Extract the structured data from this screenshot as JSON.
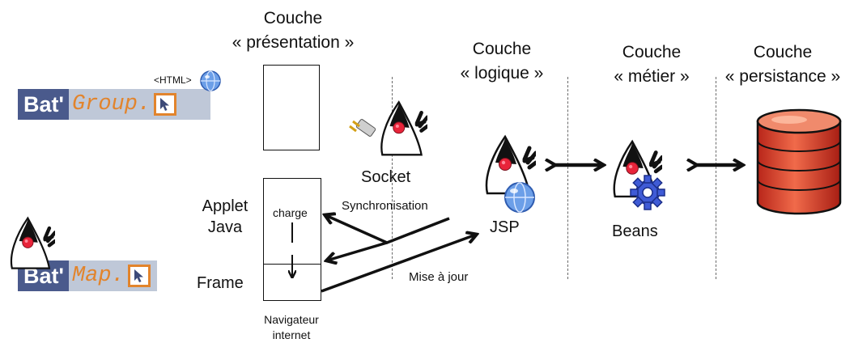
{
  "layers": {
    "presentation": {
      "line1": "Couche",
      "line2": "« présentation »"
    },
    "logique": {
      "line1": "Couche",
      "line2": "« logique »"
    },
    "metier": {
      "line1": "Couche",
      "line2": "« métier »"
    },
    "persistance": {
      "line1": "Couche",
      "line2": "« persistance »"
    }
  },
  "logos": {
    "batgroup": {
      "prefix": "Bat'",
      "word": "Group.",
      "html_tag": "<HTML>"
    },
    "batmap": {
      "prefix": "Bat'",
      "word": "Map."
    }
  },
  "browser": {
    "applet_line1": "Applet",
    "applet_line2": "Java",
    "frame": "Frame",
    "charge": "charge",
    "caption_line1": "Navigateur",
    "caption_line2": "internet"
  },
  "labels": {
    "socket": "Socket",
    "synchronisation": "Synchronisation",
    "mise_a_jour": "Mise à jour",
    "jsp": "JSP",
    "beans": "Beans"
  },
  "colors": {
    "logo_blue": "#4a5a8c",
    "logo_orange": "#e2842c",
    "db_red": "#e2422a",
    "globe_blue": "#4a7fd8",
    "gear_blue": "#3f5bd6"
  },
  "icons": [
    "duke-icon",
    "globe-icon",
    "gear-icon",
    "database-icon",
    "arrow-cursor-icon"
  ]
}
